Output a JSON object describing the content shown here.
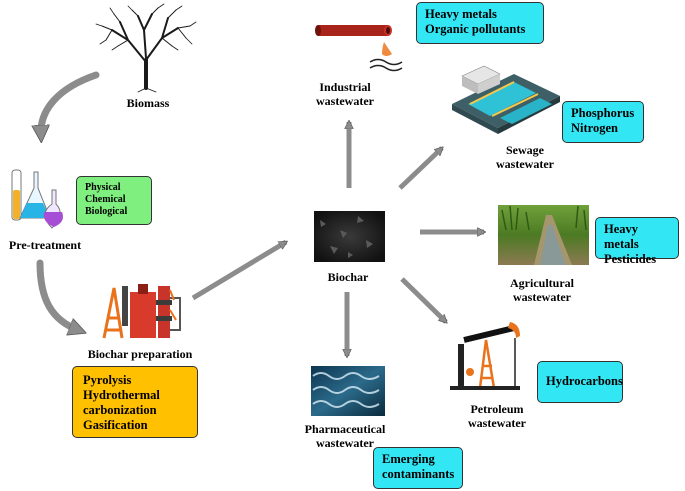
{
  "nodes": {
    "biomass": "Biomass",
    "pretreatment": "Pre-treatment",
    "biochar_prep": "Biochar preparation",
    "biochar": "Biochar",
    "industrial": [
      "Industrial",
      "wastewater"
    ],
    "sewage": [
      "Sewage",
      "wastewater"
    ],
    "agricultural": [
      "Agricultural",
      "wastewater"
    ],
    "petroleum": [
      "Petroleum",
      "wastewater"
    ],
    "pharmaceutical": [
      "Pharmaceutical",
      "wastewater"
    ]
  },
  "boxes": {
    "pretreatment_methods": [
      "Physical",
      "Chemical",
      "Biological"
    ],
    "preparation_methods": [
      "Pyrolysis",
      "Hydrothermal",
      "carbonization",
      "Gasification"
    ],
    "industrial_pollutants": [
      "Heavy metals",
      "Organic pollutants"
    ],
    "sewage_pollutants": [
      "Phosphorus",
      "Nitrogen"
    ],
    "agricultural_pollutants": [
      "Heavy metals",
      "Pesticides"
    ],
    "petroleum_pollutants": [
      "Hydrocarbons"
    ],
    "pharmaceutical_pollutants": [
      "Emerging",
      "contaminants"
    ]
  },
  "colors": {
    "pollutant_box": "#33e6f4",
    "pretreatment_box": "#7ff07f",
    "preparation_box": "#ffc000",
    "arrow": "#8c8c8c"
  },
  "icons": [
    "tree-icon",
    "lab-flasks-icon",
    "factory-icon",
    "biochar-image",
    "pipe-icon",
    "treatment-plant-icon",
    "crop-field-image",
    "oil-pump-icon",
    "water-image"
  ]
}
